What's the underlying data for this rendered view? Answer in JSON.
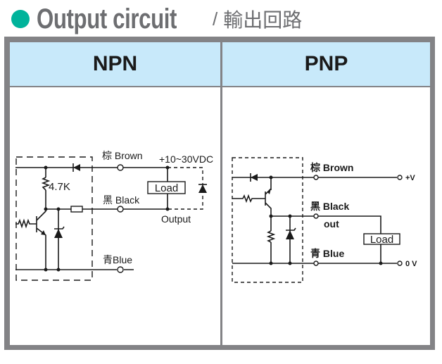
{
  "title": {
    "english": "Output circuit",
    "separator": "/",
    "chinese": "輸出回路",
    "dot_color": "#00b39b"
  },
  "columns": [
    {
      "header": "NPN"
    },
    {
      "header": "PNP"
    }
  ],
  "npn": {
    "brown": "棕 Brown",
    "black": "黑 Black",
    "blue": "青Blue",
    "resistor": "4.7K",
    "supply": "+10~30VDC",
    "load": "Load",
    "output": "Output"
  },
  "pnp": {
    "brown": "棕 Brown",
    "black": "黑 Black",
    "blue": "青 Blue",
    "out": "out",
    "load": "Load",
    "plus_v": "+V",
    "zero_v": "0 V"
  },
  "colors": {
    "header_bg": "#c8e9fa",
    "frame": "#838386",
    "title_gray": "#6d6e71"
  }
}
